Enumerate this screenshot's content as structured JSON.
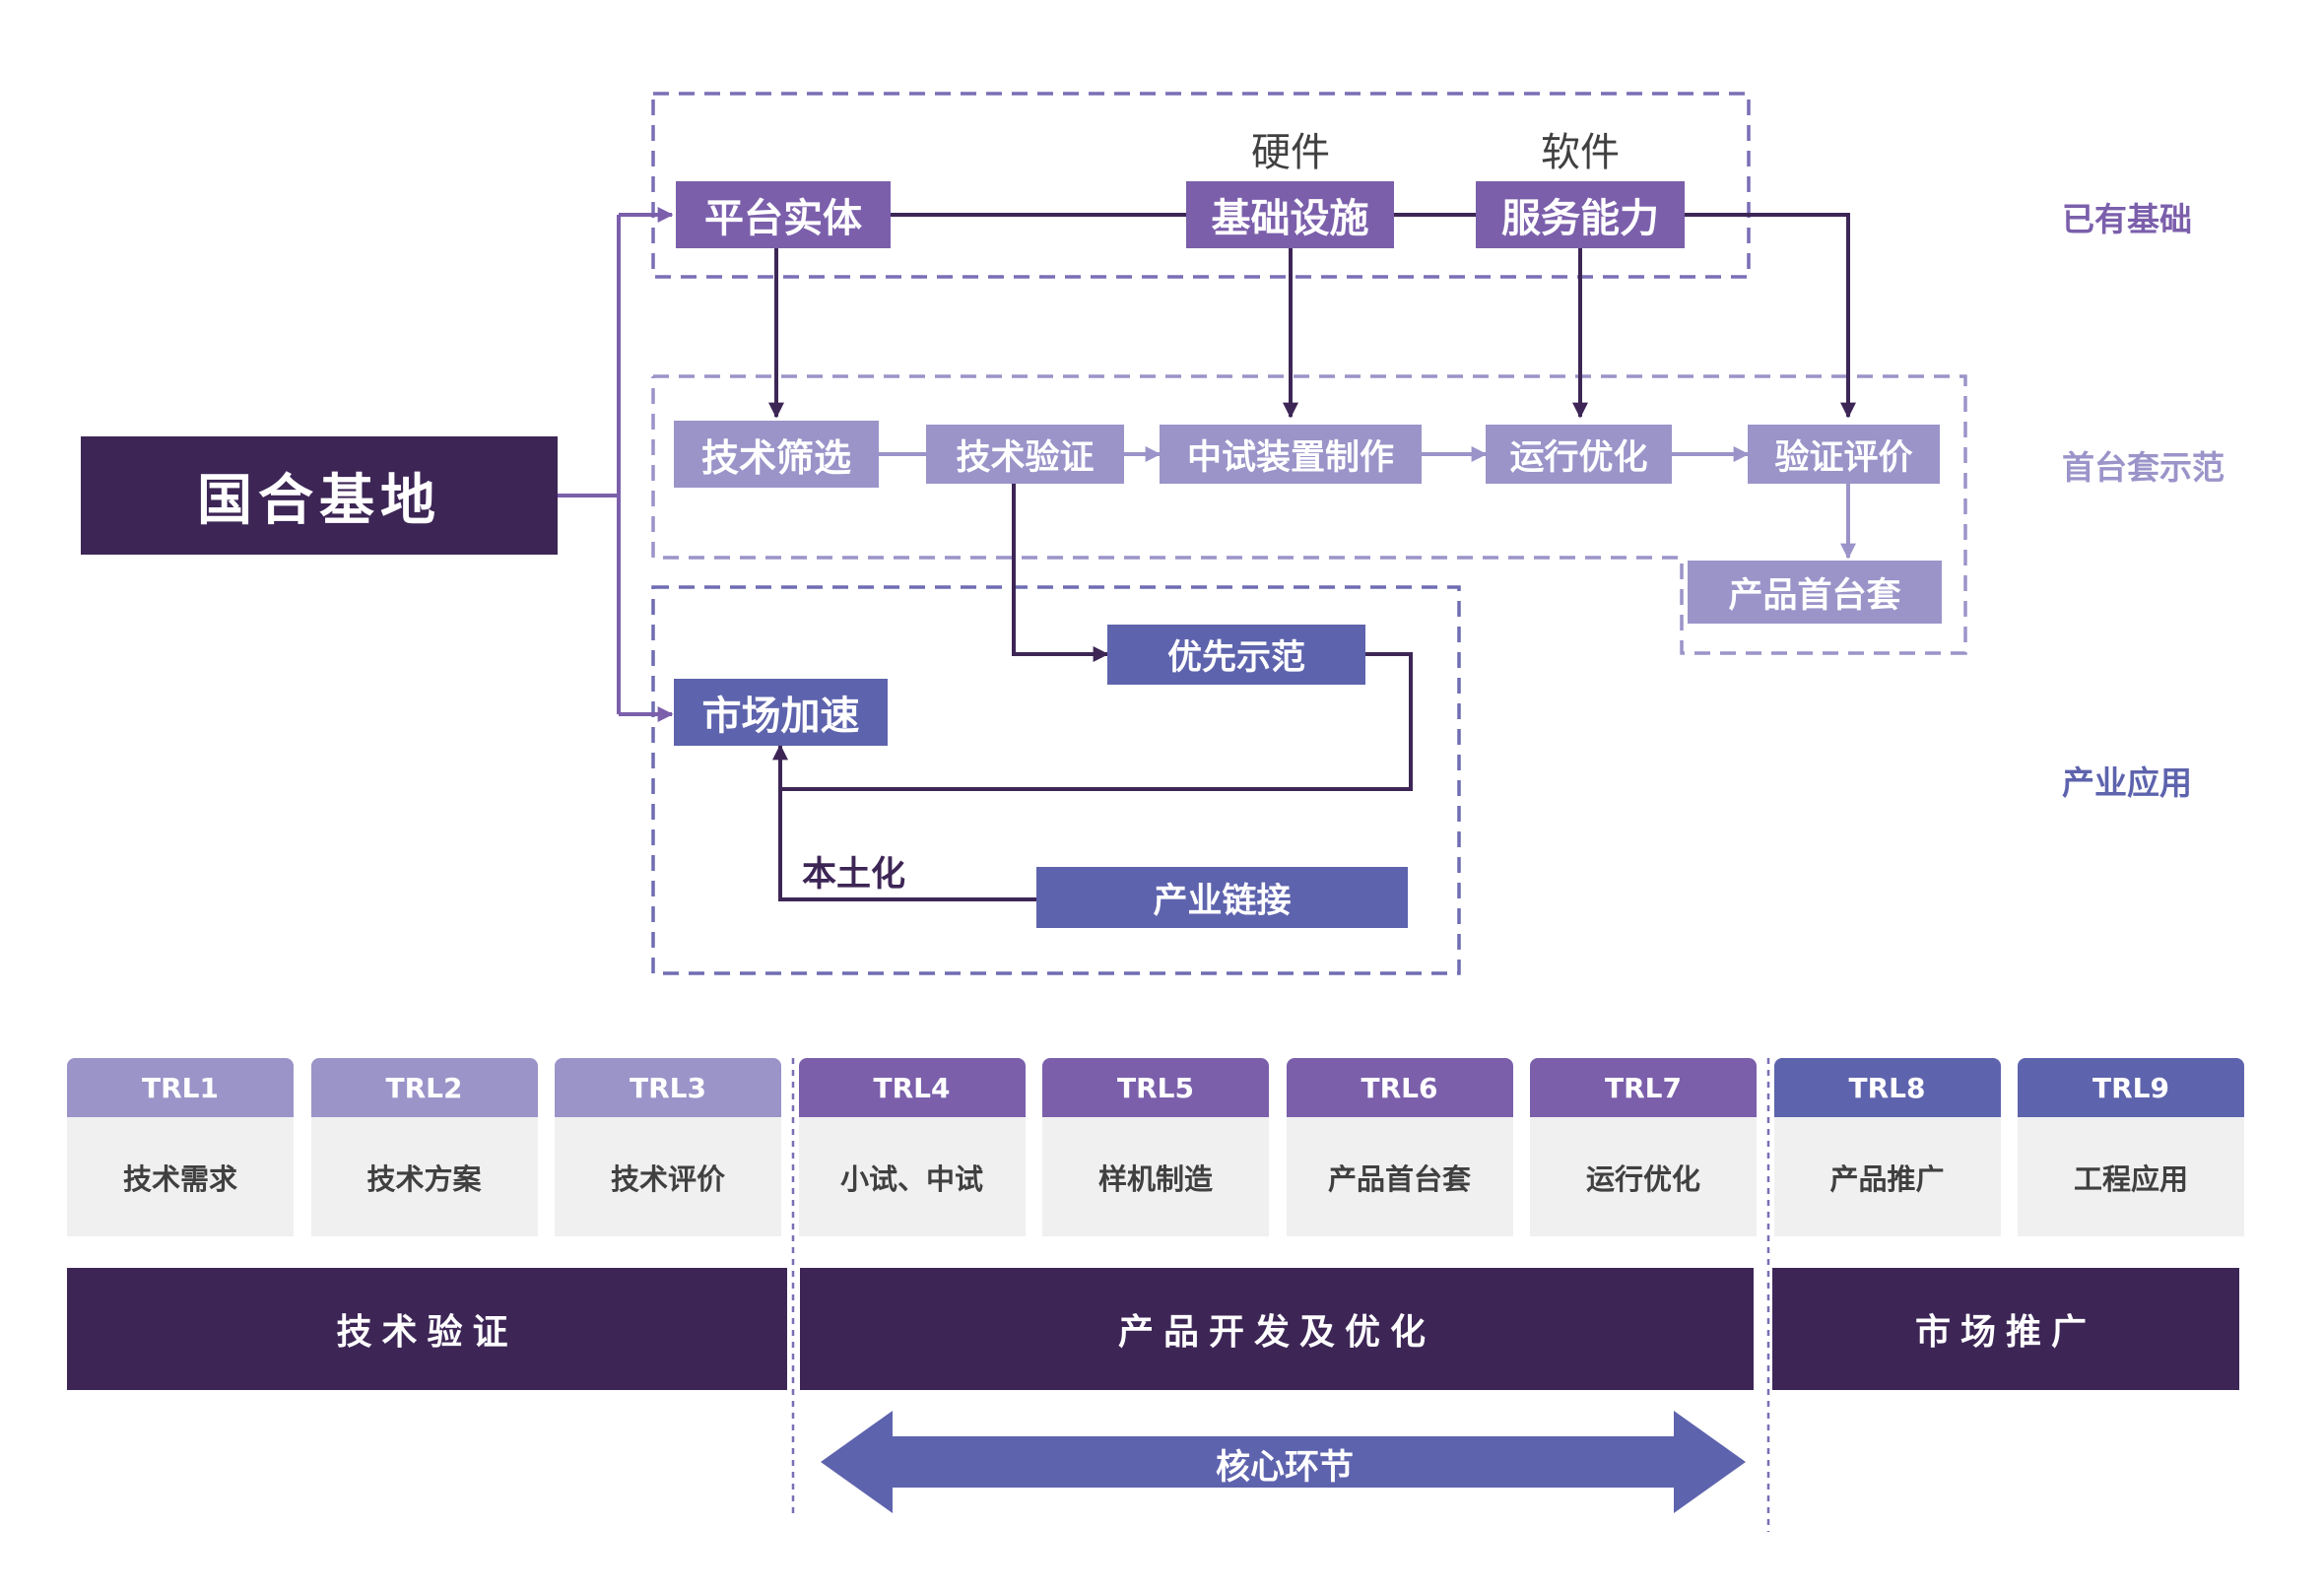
{
  "colors": {
    "dark": "#3d2656",
    "mid": "#7b5fab",
    "light": "#9a94c9",
    "blue": "#5e63ad",
    "dash": "#7a6fb5"
  },
  "main_node": "国合基地",
  "section_labels": {
    "existing": "已有基础",
    "first_set": "首台套示范",
    "industry": "产业应用"
  },
  "top_labels": {
    "hardware": "硬件",
    "software": "软件"
  },
  "nodes": {
    "platform": "平台实体",
    "infrastructure": "基础设施",
    "service": "服务能力",
    "tech_screen": "技术筛选",
    "tech_verify": "技术验证",
    "pilot_device": "中试装置制作",
    "run_optimize": "运行优化",
    "verify_eval": "验证评价",
    "product_first": "产品首台套",
    "priority_demo": "优先示范",
    "market_accel": "市场加速",
    "industry_link": "产业链接",
    "localization": "本土化"
  },
  "trl": [
    {
      "level": "TRL1",
      "desc": "技术需求",
      "tone": "light"
    },
    {
      "level": "TRL2",
      "desc": "技术方案",
      "tone": "light"
    },
    {
      "level": "TRL3",
      "desc": "技术评价",
      "tone": "light"
    },
    {
      "level": "TRL4",
      "desc": "小试、中试",
      "tone": "mid"
    },
    {
      "level": "TRL5",
      "desc": "样机制造",
      "tone": "mid"
    },
    {
      "level": "TRL6",
      "desc": "产品首台套",
      "tone": "mid"
    },
    {
      "level": "TRL7",
      "desc": "运行优化",
      "tone": "mid"
    },
    {
      "level": "TRL8",
      "desc": "产品推广",
      "tone": "blue"
    },
    {
      "level": "TRL9",
      "desc": "工程应用",
      "tone": "blue"
    }
  ],
  "phases": {
    "tech_verification": "技术验证",
    "product_dev": "产品开发及优化",
    "market_promotion": "市场推广"
  },
  "core_label": "核心环节"
}
